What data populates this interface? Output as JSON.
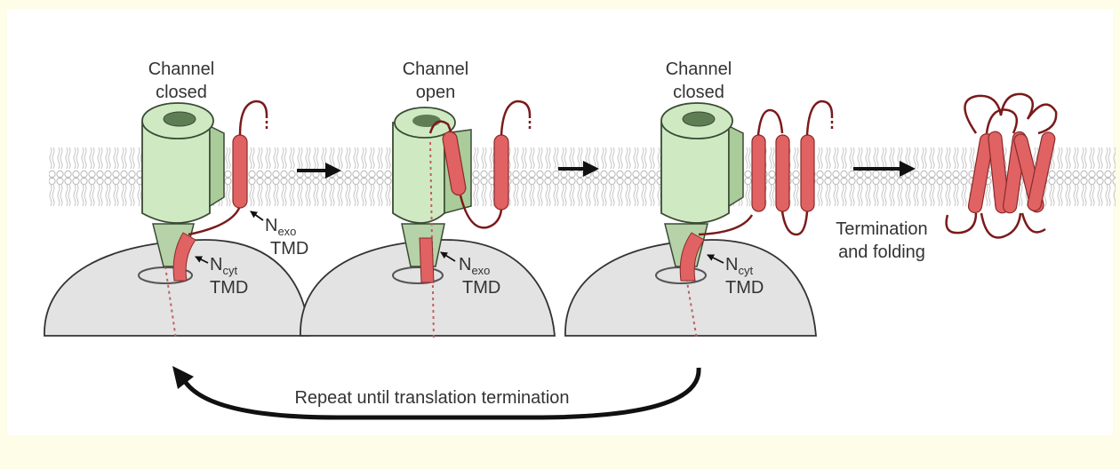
{
  "colors": {
    "background": "#fdfde8",
    "panel": "#ffffff",
    "membrane": "#bdbdbd",
    "channel_fill": "#cfeac2",
    "channel_stroke": "#3a4a35",
    "tmd_fill": "#e06262",
    "chain": "#7a1a1a",
    "ribosome": "#e3e3e3",
    "arrow": "#111111"
  },
  "stages": [
    {
      "title_line1": "Channel",
      "title_line2": "closed",
      "upper_label_main": "N",
      "upper_label_sub": "exo",
      "upper_label_tail": "TMD",
      "lower_label_main": "N",
      "lower_label_sub": "cyt",
      "lower_label_tail": "TMD"
    },
    {
      "title_line1": "Channel",
      "title_line2": "open",
      "lower_label_main": "N",
      "lower_label_sub": "exo",
      "lower_label_tail": "TMD"
    },
    {
      "title_line1": "Channel",
      "title_line2": "closed",
      "lower_label_main": "N",
      "lower_label_sub": "cyt",
      "lower_label_tail": "TMD"
    }
  ],
  "final": {
    "label_line1": "Termination",
    "label_line2": "and folding"
  },
  "loop_label": "Repeat until translation termination"
}
